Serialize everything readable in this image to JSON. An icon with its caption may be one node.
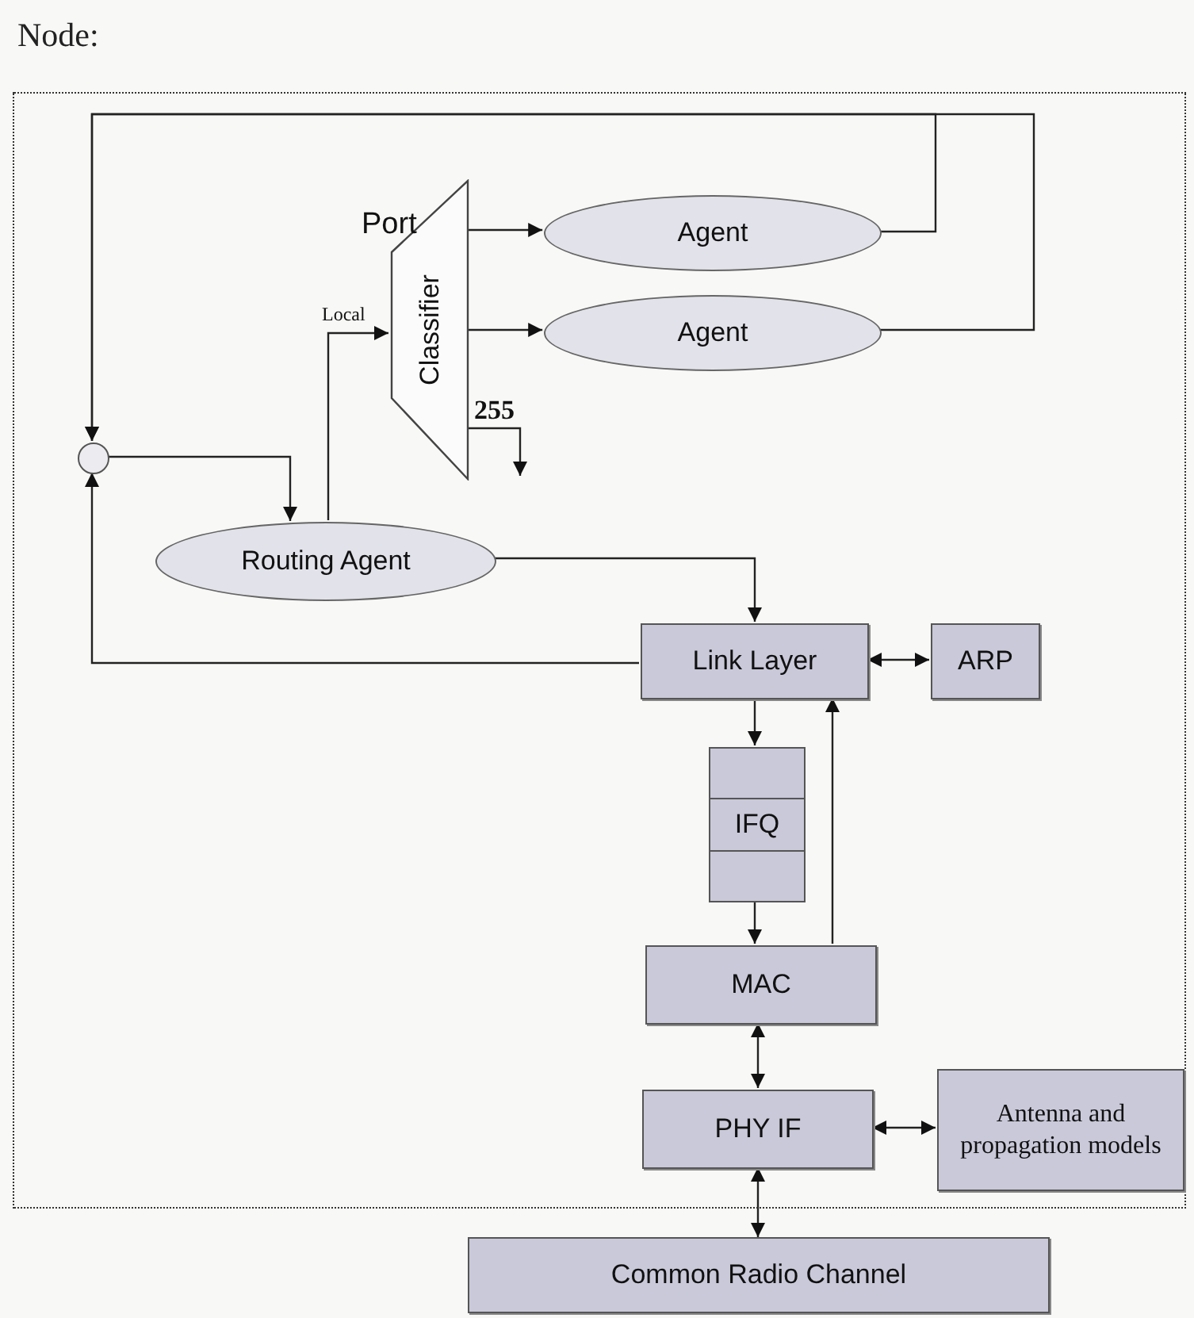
{
  "diagram": {
    "nodes": [
      {
        "text": [
          "Node:"
        ]
      },
      {
        "text": [
          "Classifier"
        ],
        "beside": [
          "Port"
        ],
        "in": 0
      },
      {
        "text": [
          "Agent"
        ],
        "in": 0
      },
      {
        "text": [
          "Agent"
        ],
        "in": 0
      },
      {
        "text": [],
        "shape": "circle",
        "in": 0
      },
      {
        "text": [
          "Routing Agent"
        ],
        "in": 0
      },
      {
        "text": [
          "Link Layer"
        ],
        "in": 0
      },
      {
        "text": [
          "ARP"
        ],
        "in": 0
      },
      {
        "text": [
          "IFQ"
        ],
        "in": 0
      },
      {
        "text": [
          "MAC"
        ],
        "in": 0
      },
      {
        "text": [
          "PHY IF"
        ],
        "in": 0
      },
      {
        "text": [
          "Antenna and propagation models"
        ],
        "in": 0
      },
      {
        "text": [
          "Common Radio Channel"
        ]
      }
    ],
    "edges": [
      {
        "from": 1,
        "to": 2,
        "arrow": "to"
      },
      {
        "from": 1,
        "to": 3,
        "arrow": "to"
      },
      {
        "from": 2,
        "to": 4,
        "arrow": "to"
      },
      {
        "from": 3,
        "to": 4,
        "arrow": "to"
      },
      {
        "from": 1,
        "to": null,
        "arrow": "to",
        "label": "255"
      },
      {
        "from": 4,
        "to": 5,
        "arrow": "to"
      },
      {
        "from": 5,
        "to": 1,
        "arrow": "to",
        "label": "Local"
      },
      {
        "from": 5,
        "to": 6,
        "arrow": "to"
      },
      {
        "from": 6,
        "to": 4,
        "arrow": "to"
      },
      {
        "from": 6,
        "to": 7,
        "arrow": "both"
      },
      {
        "from": 6,
        "to": 8,
        "arrow": "to"
      },
      {
        "from": 8,
        "to": 9,
        "arrow": "to"
      },
      {
        "from": 9,
        "to": 6,
        "arrow": "to"
      },
      {
        "from": 9,
        "to": 10,
        "arrow": "both"
      },
      {
        "from": 10,
        "to": 11,
        "arrow": "both"
      },
      {
        "from": 10,
        "to": 12,
        "arrow": "both"
      }
    ]
  }
}
